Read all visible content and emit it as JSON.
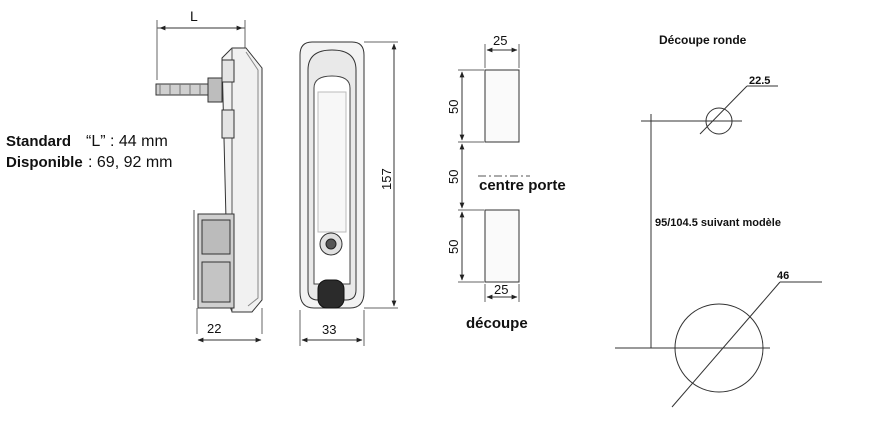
{
  "spec": {
    "standard_label": "Standard",
    "standard_value": "“L” : 44 mm",
    "available_label": "Disponible",
    "available_value": ": 69, 92 mm"
  },
  "side_view": {
    "length_symbol": "L",
    "base_width": "22"
  },
  "front_view": {
    "height": "157",
    "width": "33"
  },
  "cutout": {
    "width_top": "25",
    "height_top": "50",
    "gap": "50",
    "height_bottom": "50",
    "width_bottom": "25",
    "center_label": "centre porte",
    "caption": "découpe"
  },
  "round_cutout": {
    "title": "Découpe ronde",
    "small_diameter": "22.5",
    "spacing_note": "95/104.5  suivant modèle",
    "large_diameter": "46"
  }
}
